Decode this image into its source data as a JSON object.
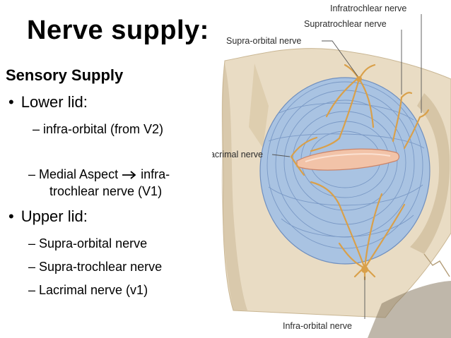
{
  "slide": {
    "title": "Nerve supply:",
    "section_heading": "Sensory Supply",
    "lower_lid": {
      "label": "Lower lid:",
      "items": [
        "–  infra-orbital (from V2)",
        "– Medial Aspect",
        "infra-",
        "trochlear nerve (V1)"
      ]
    },
    "upper_lid": {
      "label": "Upper lid:",
      "items": [
        "– Supra-orbital nerve",
        "– Supra-trochlear nerve",
        "– Lacrimal nerve (v1)"
      ]
    }
  },
  "diagram": {
    "labels": {
      "infratrochlear": "Infratrochlear nerve",
      "supratrochlear": "Supratrochlear nerve",
      "supraorbital": "Supra-orbital nerve",
      "lacrimal": "Lacrimal nerve",
      "infraorbital": "Infra-orbital nerve"
    },
    "colors": {
      "bone": "#e9dcc4",
      "bone_shadow": "#c9b693",
      "orbicularis": "#a9c3e2",
      "muscle_lines": "#6f8fbf",
      "nerve": "#d9a04a",
      "eye_slit": "#f2c3a8"
    }
  }
}
